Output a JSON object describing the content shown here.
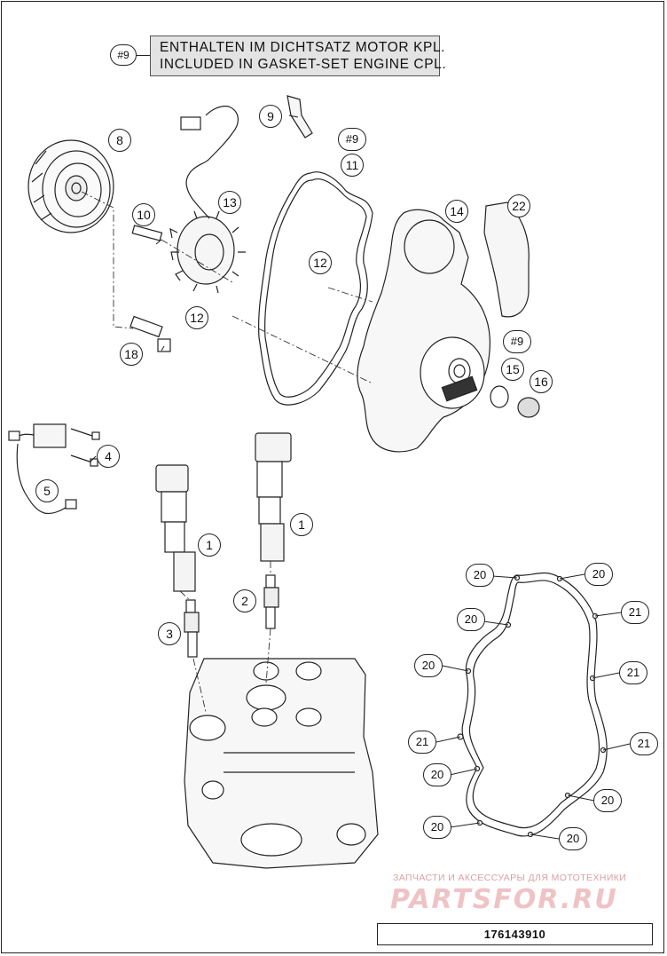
{
  "note": {
    "tag": "#9",
    "line_de": "ENTHALTEN IM DICHTSATZ MOTOR KPL.",
    "line_en": "INCLUDED IN GASKET-SET ENGINE CPL."
  },
  "callouts": [
    {
      "id": "c8",
      "text": "8"
    },
    {
      "id": "c9",
      "text": "9"
    },
    {
      "id": "c9b",
      "text": "#9"
    },
    {
      "id": "c11",
      "text": "11"
    },
    {
      "id": "c10",
      "text": "10"
    },
    {
      "id": "c13",
      "text": "13"
    },
    {
      "id": "c14",
      "text": "14"
    },
    {
      "id": "c22",
      "text": "22"
    },
    {
      "id": "c12a",
      "text": "12"
    },
    {
      "id": "c12b",
      "text": "12"
    },
    {
      "id": "c9c",
      "text": "#9"
    },
    {
      "id": "c15",
      "text": "15"
    },
    {
      "id": "c16",
      "text": "16"
    },
    {
      "id": "c18",
      "text": "18"
    },
    {
      "id": "c4",
      "text": "4"
    },
    {
      "id": "c5",
      "text": "5"
    },
    {
      "id": "c1a",
      "text": "1"
    },
    {
      "id": "c1b",
      "text": "1"
    },
    {
      "id": "c2",
      "text": "2"
    },
    {
      "id": "c3",
      "text": "3"
    },
    {
      "id": "c20a",
      "text": "20"
    },
    {
      "id": "c20b",
      "text": "20"
    },
    {
      "id": "c21a",
      "text": "21"
    },
    {
      "id": "c20c",
      "text": "20"
    },
    {
      "id": "c20d",
      "text": "20"
    },
    {
      "id": "c21b",
      "text": "21"
    },
    {
      "id": "c21c",
      "text": "21"
    },
    {
      "id": "c21d",
      "text": "21"
    },
    {
      "id": "c20e",
      "text": "20"
    },
    {
      "id": "c20f",
      "text": "20"
    },
    {
      "id": "c20g",
      "text": "20"
    },
    {
      "id": "c20h",
      "text": "20"
    }
  ],
  "watermark": {
    "line": "ЗАПЧАСТИ И АКСЕССУАРЫ ДЛЯ МОТОТЕХНИКИ",
    "logo": "PARTSFOR.RU"
  },
  "part_number": "176143910"
}
